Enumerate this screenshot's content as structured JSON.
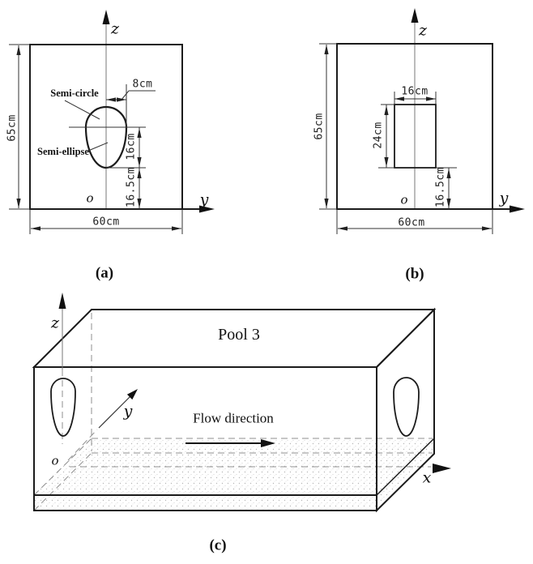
{
  "panel_a": {
    "caption": "(a)",
    "z_label": "z",
    "y_label": "y",
    "origin_label": "o",
    "height_dim": "65cm",
    "width_dim": "60cm",
    "radius_dim": "8cm",
    "ellipse_dim": "16cm",
    "offset_dim": "16.5cm",
    "semi_circle_label": "Semi-circle",
    "semi_ellipse_label": "Semi-ellipse"
  },
  "panel_b": {
    "caption": "(b)",
    "z_label": "z",
    "y_label": "y",
    "origin_label": "o",
    "height_dim": "65cm",
    "width_dim": "60cm",
    "rect_width_dim": "16cm",
    "rect_height_dim": "24cm",
    "offset_dim": "16.5cm"
  },
  "panel_c": {
    "caption": "(c)",
    "z_label": "z",
    "y_label": "y",
    "x_label": "x",
    "origin_label": "o",
    "pool_label": "Pool 3",
    "flow_label": "Flow direction"
  },
  "colors": {
    "line": "#1b1b1b",
    "thin": "#333333",
    "center": "#777777",
    "hidden": "#8f8f8f",
    "stipple": "#9e9e9e"
  }
}
